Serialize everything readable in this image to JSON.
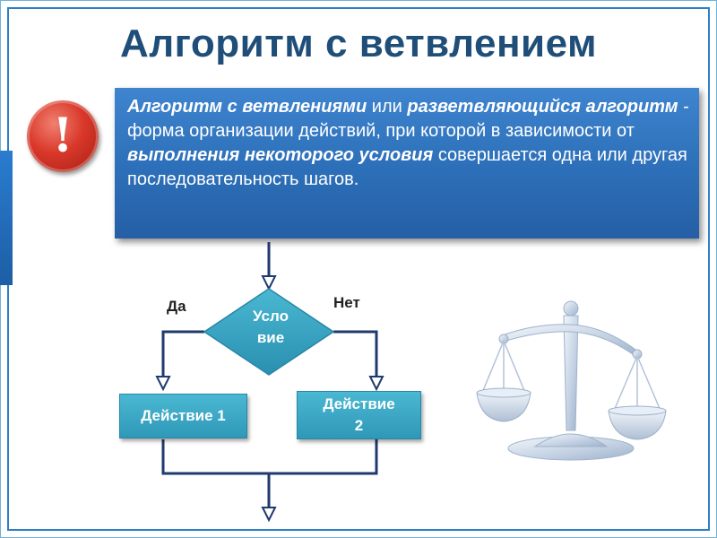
{
  "title": "Алгоритм с ветвлением",
  "alert": {
    "symbol": "!",
    "icon": "exclamation-icon",
    "color": "#d9382a"
  },
  "definition": {
    "term1": "Алгоритм с ветвлениями",
    "text1": " или ",
    "term2": "разветвляющийся алгоритм",
    "text2": " - форма организации действий, при которой в зависимости от ",
    "term3": "выполнения некоторого условия",
    "text3": " совершается одна или другая последовательность шагов."
  },
  "flowchart": {
    "condition_label": "Усло вие",
    "condition_line1": "Усло",
    "condition_line2": "вие",
    "yes_label": "Да",
    "no_label": "Нет",
    "action1_label": "Действие 1",
    "action2_line1": "Действие",
    "action2_line2": "2",
    "line_color": "#1f3a6e",
    "diamond_color": "#2f98b8",
    "action_color": "#3aa8c8"
  },
  "illustration": {
    "icon": "balance-scale-icon"
  },
  "colors": {
    "title": "#1f4e79",
    "definition_box": "#2c6fb8",
    "frame": "#2f7fc6"
  }
}
